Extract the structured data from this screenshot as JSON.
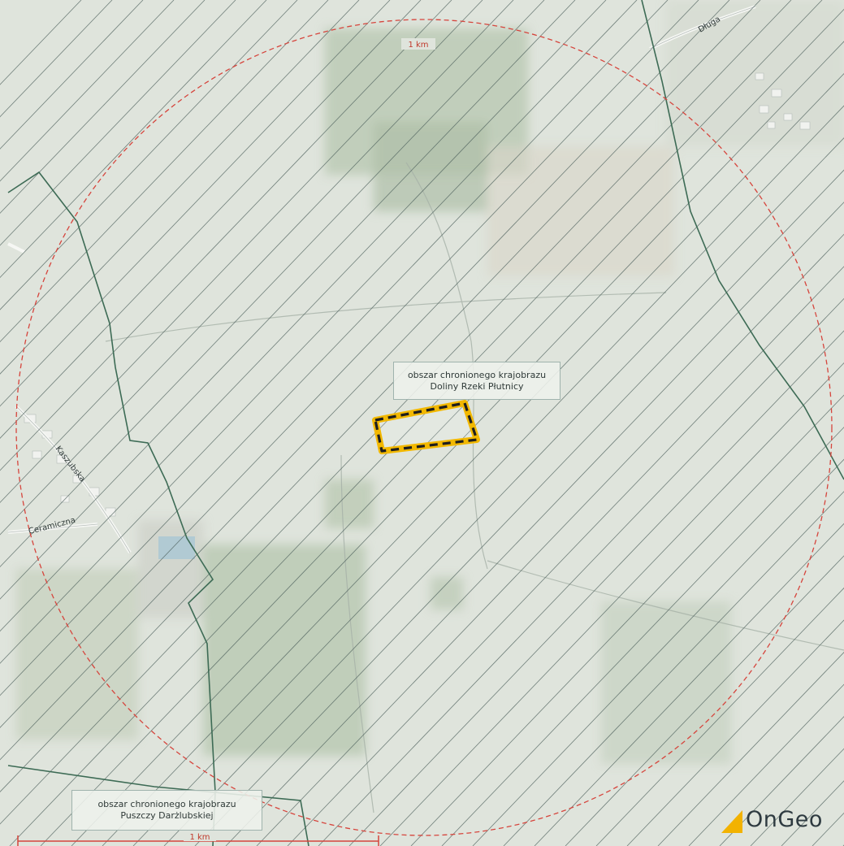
{
  "map": {
    "colors": {
      "background": "#dfe4dc",
      "hatch": "#4b5e5a",
      "boundary": "#3d6b55",
      "buffer_circle": "#d6453d",
      "parcel_outline": "#f2b800",
      "parcel_dash": "#1e1e1e",
      "logo_accent": "#f2b200"
    },
    "buffer": {
      "label": "1 km"
    },
    "protected_areas": [
      {
        "line1": "obszar chronionego krajobrazu",
        "line2": "Doliny Rzeki Płutnicy"
      },
      {
        "line1": "obszar chronionego krajobrazu",
        "line2": "Puszczy Darżlubskiej"
      }
    ],
    "streets": {
      "kaszubska": "Kaszubska",
      "ceramiczna": "Ceramiczna",
      "dluga": "Długa"
    },
    "scale_bar": {
      "label": "1 km"
    },
    "logo": {
      "text": "OnGeo",
      "icon": "ongeo-triangle-icon"
    }
  }
}
